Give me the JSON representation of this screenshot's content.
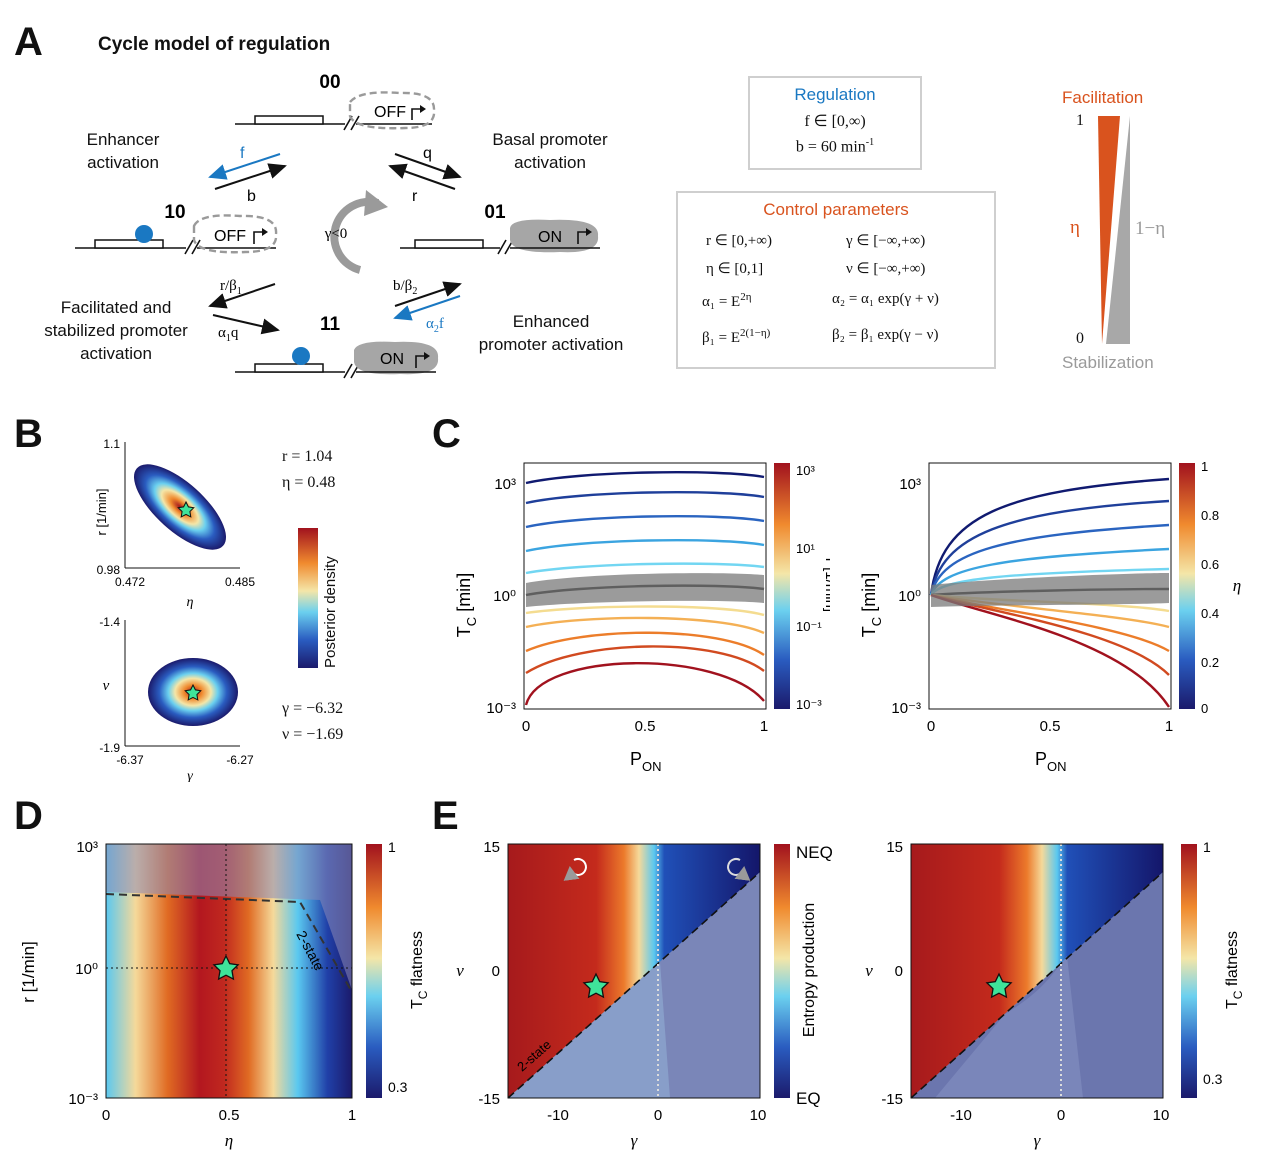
{
  "panels": {
    "A": "A",
    "B": "B",
    "C": "C",
    "D": "D",
    "E": "E"
  },
  "panelA": {
    "title": "Cycle model of regulation",
    "states": {
      "s00": "00",
      "s10": "10",
      "s01": "01",
      "s11": "11"
    },
    "promoter_labels": {
      "off": "OFF",
      "on": "ON"
    },
    "process_labels": {
      "enhancer": [
        "Enhancer",
        "activation"
      ],
      "basal": [
        "Basal promoter",
        "activation"
      ],
      "facilitated": [
        "Facilitated and",
        "stabilized promoter",
        "activation"
      ],
      "enhanced": [
        "Enhanced",
        "promoter activation"
      ]
    },
    "rates": {
      "f": "f",
      "b": "b",
      "q": "q",
      "r": "r",
      "r_beta1": "r/β",
      "r_beta1_sub": "1",
      "alpha1q": "α",
      "alpha1q_sub": "1",
      "alpha1q_tail": "q",
      "b_beta2": "b/β",
      "b_beta2_sub": "2",
      "alpha2f": "α",
      "alpha2f_sub": "2",
      "alpha2f_tail": "f"
    },
    "cycle_label": "γ<0",
    "regulation_box": {
      "title": "Regulation",
      "line1": "f ∈ [0,∞)",
      "line2": "b = 60 min",
      "line2_sup": "-1"
    },
    "control_box": {
      "title": "Control parameters",
      "r_range": "r ∈ [0,+∞)",
      "gamma_range": "γ ∈ [−∞,+∞)",
      "eta_range": "η ∈ [0,1]",
      "nu_range": "ν ∈ [−∞,+∞)",
      "alpha1": "α₁ = E",
      "alpha1_exp": "2η",
      "alpha2": "α₂ = α₁ exp(γ + ν)",
      "beta1": "β₁ = E",
      "beta1_exp": "2(1−η)",
      "beta2": "β₂ = β₁ exp(γ − ν)"
    },
    "wedge": {
      "top": "Facilitation",
      "bottom": "Stabilization",
      "eta": "η",
      "one_minus_eta": "1−η",
      "one": "1",
      "zero": "0"
    }
  },
  "panelB": {
    "top_scatter": {
      "ylabel": "r [1/min]",
      "xlabel": "η",
      "x_ticks": [
        "0.472",
        "0.485"
      ],
      "y_ticks": [
        "1.1",
        "0.98"
      ]
    },
    "bottom_scatter": {
      "ylabel": "ν",
      "xlabel": "γ",
      "x_ticks": [
        "-6.37",
        "-6.27"
      ],
      "y_ticks": [
        "-1.4",
        "-1.9"
      ]
    },
    "top_values": [
      "r = 1.04",
      "η = 0.48"
    ],
    "bottom_values": [
      "γ = −6.32",
      "ν = −1.69"
    ],
    "colorbar_label": "Posterior density"
  },
  "panelC": {
    "ylabel": "T",
    "ylabel_sub": "C",
    "ylabel_unit": " [min]",
    "xlabel": "P",
    "xlabel_sub": "ON",
    "y_ticks": [
      "10³",
      "10⁰",
      "10⁻³"
    ],
    "x_ticks": [
      "0",
      "0.5",
      "1"
    ],
    "left_colorbar": {
      "label": "r [1/min]",
      "ticks": [
        "10³",
        "10¹",
        "10⁻¹",
        "10⁻³"
      ]
    },
    "right_colorbar": {
      "label": "η",
      "ticks": [
        "1",
        "0.8",
        "0.6",
        "0.4",
        "0.2",
        "0"
      ]
    }
  },
  "panelD": {
    "ylabel": "r [1/min]",
    "xlabel": "η",
    "y_ticks": [
      "10³",
      "10⁰",
      "10⁻³"
    ],
    "x_ticks": [
      "0",
      "0.5",
      "1"
    ],
    "annotation": "2-state",
    "colorbar": {
      "label": "T",
      "label_sub": "C",
      "label_tail": " flatness",
      "ticks": [
        "1",
        "0.3"
      ]
    }
  },
  "panelE": {
    "ylabel": "ν",
    "xlabel": "γ",
    "y_ticks": [
      "15",
      "0",
      "-15"
    ],
    "x_ticks": [
      "-10",
      "0",
      "10"
    ],
    "annotation": "2-state",
    "left_colorbar": {
      "label": "Entropy production",
      "top": "NEQ",
      "bottom": "EQ"
    },
    "right_colorbar": {
      "label": "T",
      "label_sub": "C",
      "label_tail": " flatness",
      "ticks": [
        "1",
        "0.3"
      ]
    }
  },
  "colors": {
    "accent_orange": "#d9531e",
    "accent_blue": "#1a78c2",
    "star": "#3fe39a",
    "grey": "#9a9a9a"
  }
}
